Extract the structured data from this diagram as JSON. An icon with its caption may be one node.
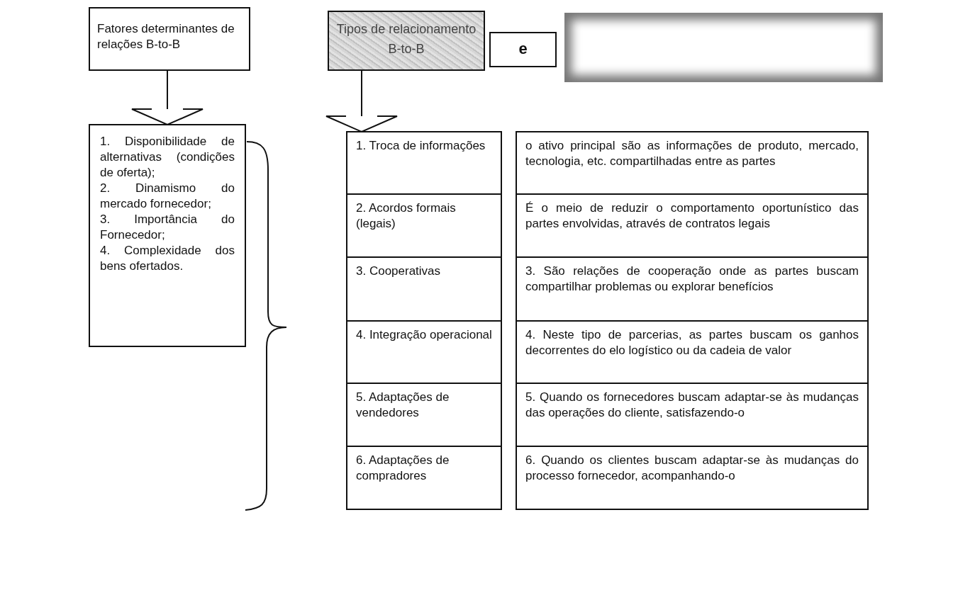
{
  "diagram": {
    "nodes": [
      {
        "text": [
          "Fatores determinantes de relações B-to-B"
        ]
      },
      {
        "text": [
          "1. Disponibilidade de alternativas (condições de oferta);",
          "2. Dinamismo do mercado fornecedor;",
          "3. Importância do Fornecedor;",
          "4. Complexidade dos bens ofertados."
        ]
      },
      {
        "text": [
          "Tipos de relacionamento B-to-B"
        ]
      },
      {
        "text": [
          "e"
        ]
      },
      {
        "text": [],
        "shape": "box"
      },
      {
        "text": [
          "1. Troca de informações"
        ]
      },
      {
        "text": [
          "o ativo principal são as informações de produto, mercado, tecnologia, etc. compartilhadas entre as partes"
        ]
      },
      {
        "text": [
          "2. Acordos formais (legais)"
        ]
      },
      {
        "text": [
          "É o meio de reduzir o comportamento oportunístico das partes envolvidas, através de contratos legais"
        ]
      },
      {
        "text": [
          "3. Cooperativas"
        ]
      },
      {
        "text": [
          "3. São relações de cooperação onde as partes buscam compartilhar problemas ou explorar benefícios"
        ]
      },
      {
        "text": [
          "4. Integração operacional"
        ]
      },
      {
        "text": [
          "4. Neste tipo de parcerias, as partes buscam os ganhos decorrentes do elo logístico ou da cadeia de valor"
        ]
      },
      {
        "text": [
          "5. Adaptações de vendedores"
        ]
      },
      {
        "text": [
          "5. Quando os fornecedores buscam adaptar-se às mudanças das operações do cliente, satisfazendo-o"
        ]
      },
      {
        "text": [
          "6. Adaptações de compradores"
        ]
      },
      {
        "text": [
          "6. Quando os clientes buscam adaptar-se às mudanças do processo fornecedor, acompanhando-o"
        ]
      }
    ],
    "edges": [
      {
        "from": 0,
        "to": 1,
        "arrow": "to"
      },
      {
        "from": 2,
        "to": 5,
        "arrow": "to"
      }
    ]
  }
}
